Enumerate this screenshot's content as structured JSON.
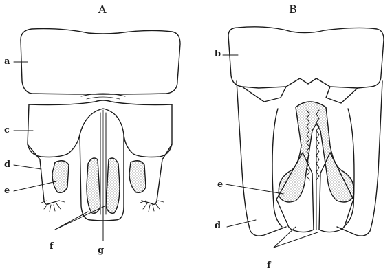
{
  "figure": {
    "ink_color": "#1a1a1a",
    "background_color": "#ffffff",
    "panels": [
      {
        "title": "A",
        "labels": [
          "a",
          "c",
          "d",
          "e",
          "f",
          "g"
        ]
      },
      {
        "title": "B",
        "labels": [
          "b",
          "e",
          "d",
          "f"
        ]
      }
    ]
  }
}
